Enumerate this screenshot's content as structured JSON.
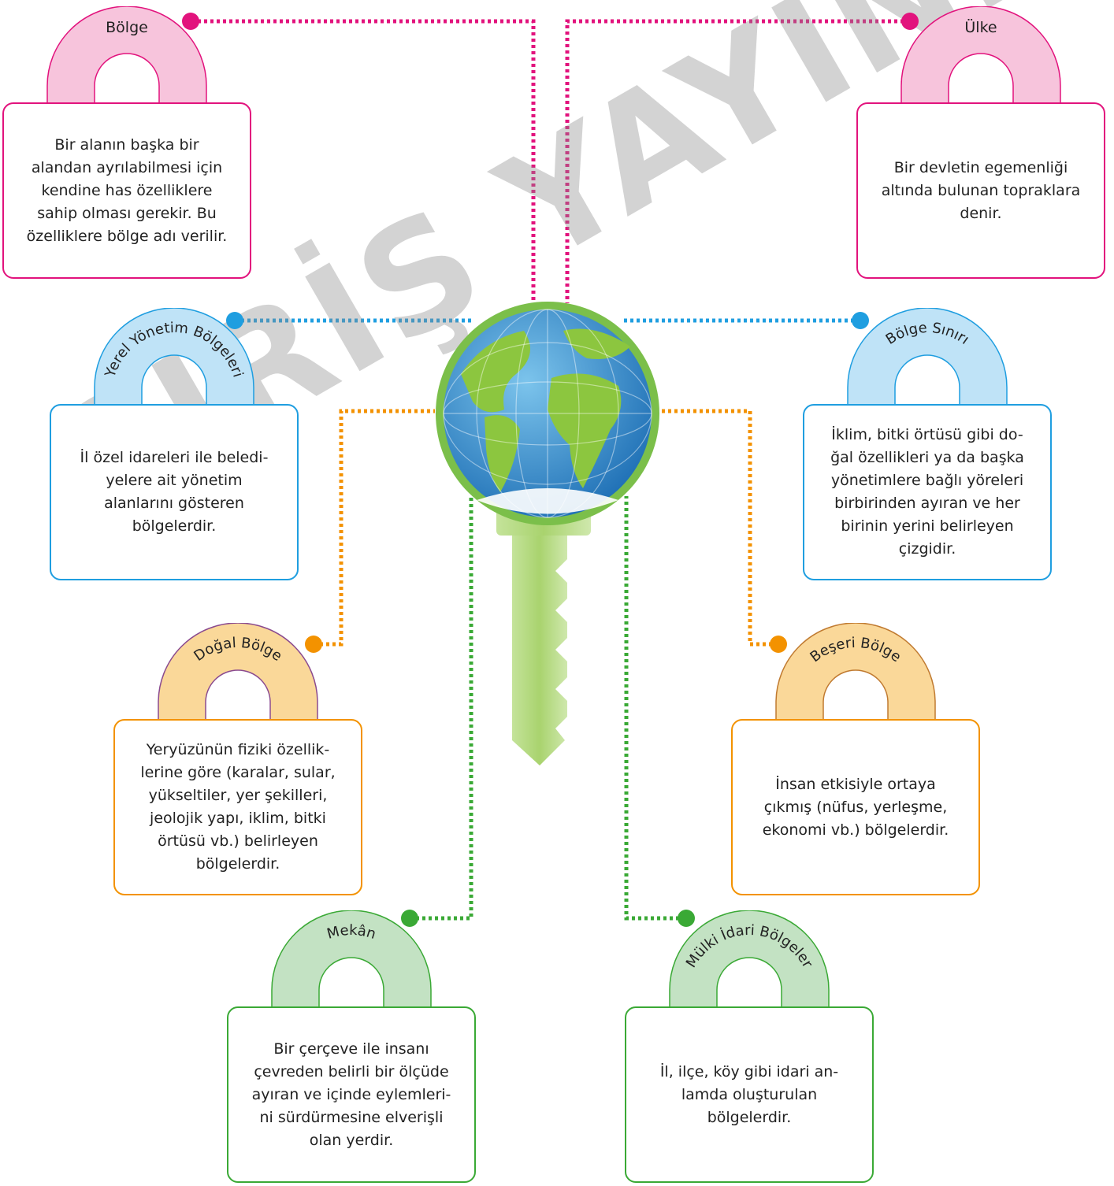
{
  "locks": [
    {
      "id": "bolge",
      "title": "Bölge",
      "text": "Bir alanın başka bir\nalandan ayrılabilmesi için\nkendine has özelliklere\nsahip olması gerekir. Bu\nözelliklere bölge adı verilir.",
      "color": "#f7c4dc",
      "border": "#e2137d",
      "dot": "#e2137d"
    },
    {
      "id": "ulke",
      "title": "Ülke",
      "text": "Bir devletin egemenliği\naltında bulunan topraklara\ndenir.",
      "color": "#f7c4dc",
      "border": "#e2137d",
      "dot": "#e2137d"
    },
    {
      "id": "yerel",
      "title": "Yerel Yönetim Bölgeleri",
      "text": "İl özel idareleri ile beledi-\nyelere ait yönetim\nalanlarını gösteren\nbölgelerdir.",
      "color": "#bfe3f7",
      "border": "#1f9ee0",
      "dot": "#1f9ee0"
    },
    {
      "id": "sinir",
      "title": "Bölge Sınırı",
      "text": "İklim, bitki örtüsü gibi do-\nğal özellikleri ya da başka\nyönetimlere bağlı yöreleri\nbirbirinden ayıran ve her\nbirinin yerini belirleyen\nçizgidir.",
      "color": "#bfe3f7",
      "border": "#1f9ee0",
      "dot": "#1f9ee0"
    },
    {
      "id": "dogal",
      "title": "Doğal Bölge",
      "text": "Yeryüzünün fiziki özellik-\nlerine göre (karalar, sular,\nyükseltiler, yer şekilleri,\njeolojik yapı, iklim, bitki\nörtüsü vb.) belirleyen\nbölgelerdir.",
      "color": "#fad899",
      "border": "#f39200",
      "dot": "#f39200"
    },
    {
      "id": "beseri",
      "title": "Beşeri Bölge",
      "text": "İnsan etkisiyle ortaya\nçıkmış (nüfus, yerleşme,\nekonomi vb.) bölgelerdir.",
      "color": "#fad899",
      "border": "#f39200",
      "dot": "#f39200"
    },
    {
      "id": "mekan",
      "title": "Mekân",
      "text": "Bir çerçeve ile insanı\nçevreden belirli bir ölçüde\nayıran ve içinde eylemleri-\nni sürdürmesine elverişli\nolan yerdir.",
      "color": "#c3e2c3",
      "border": "#3aa935",
      "dot": "#3aa935"
    },
    {
      "id": "mulki",
      "title": "Mülki İdari Bölgeler",
      "text": "İl, ilçe, köy gibi idari an-\nlamda oluşturulan\nbölgelerdir.",
      "color": "#c3e2c3",
      "border": "#3aa935",
      "dot": "#3aa935"
    }
  ],
  "watermark": "GİRİŞ YAYINLARI"
}
